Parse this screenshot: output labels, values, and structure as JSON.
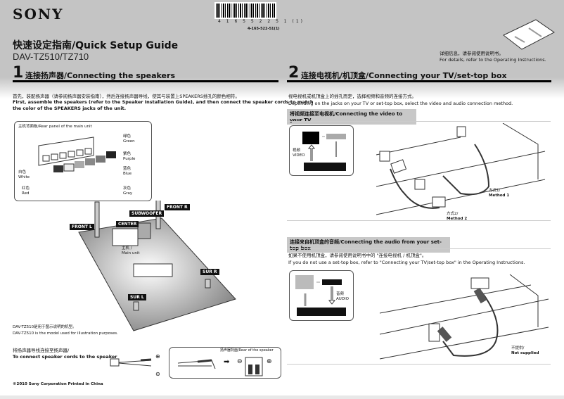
{
  "header": {
    "brand": "SONY",
    "barcode_number": "4 1 6 5 5 2 2 5 1 (1)",
    "part_number": "4-165-522-51(1)",
    "title": "快速设定指南/Quick Setup Guide",
    "model": "DAV-TZ510/TZ710",
    "details_cn": "详细信息，请参阅使用说明书。",
    "details_en": "For details, refer to the Operating Instructions."
  },
  "section1": {
    "number": "1",
    "title": "连接扬声器/Connecting the speakers",
    "intro_cn": "首先，装配扬声器（请参阅扬声器安装指南），然后连接扬声器导线，使其与装置上SPEAKERS插孔的颜色相符。",
    "intro_en_1": "First, assemble the speakers (refer to the Speaker Installation Guide), and then connect the speaker cords to match",
    "intro_en_2": "the color of the SPEAKERS jacks of the unit.",
    "rear_panel_title": "主机背面板/Rear panel of the main unit",
    "colors": [
      {
        "cn": "绿色",
        "en": "Green"
      },
      {
        "cn": "紫色",
        "en": "Purple"
      },
      {
        "cn": "蓝色",
        "en": "Blue"
      },
      {
        "cn": "灰色",
        "en": "Gray"
      },
      {
        "cn": "白色",
        "en": "White"
      },
      {
        "cn": "红色",
        "en": "Red"
      }
    ],
    "speakers": {
      "front_r": "FRONT R",
      "front_l": "FRONT L",
      "subwoofer": "SUBWOOFER",
      "center": "CENTER",
      "sur_r": "SUR R",
      "sur_l": "SUR L"
    },
    "main_unit_cn": "主机 /",
    "main_unit_en": "Main unit",
    "model_note_cn": "DAV-TZ510是用于图示说明的机型。",
    "model_note_en": "DAV-TZ510 is the model used for illustration purposes.",
    "cord_title_cn": "将扬声器导线连接至扬声器/",
    "cord_title_en": "To connect speaker cords to the speaker",
    "rear_speaker": "扬声器背面/Rear of the speaker",
    "plus": "⊕",
    "minus": "⊖"
  },
  "section2": {
    "number": "2",
    "title": "连接电视机/机顶盒/Connecting your TV/set-top box",
    "intro_cn": "视电视机或机顶盒上的插孔而定，选择视频和音频的连接方式。",
    "intro_en": "Depending on the jacks on your TV or set-top box, select the video and audio connection method.",
    "video": {
      "heading": "将视频连接至电视机/Connecting the video to your TV",
      "label_cn": "视频",
      "label_en": "VIDEO",
      "method1_cn": "方式1/",
      "method1_en": "Method 1",
      "method2_cn": "方式2/",
      "method2_en": "Method 2"
    },
    "audio": {
      "heading": "连接来自机顶盒的音频/Connecting the audio from your set-top box",
      "note_cn": "如果不使用机顶盒，请参阅使用说明书中的 \"连接电视机 / 机顶盒\"。",
      "note_en": "If you do not use a set-top box, refer to \"Connecting your TV/set-top box\" in the Operating Instructions.",
      "label_cn": "音频",
      "label_en": "AUDIO",
      "not_supplied_cn": "不提供/",
      "not_supplied_en": "Not supplied"
    }
  },
  "footer": {
    "copyright": "©2010 Sony Corporation   Printed in China"
  }
}
